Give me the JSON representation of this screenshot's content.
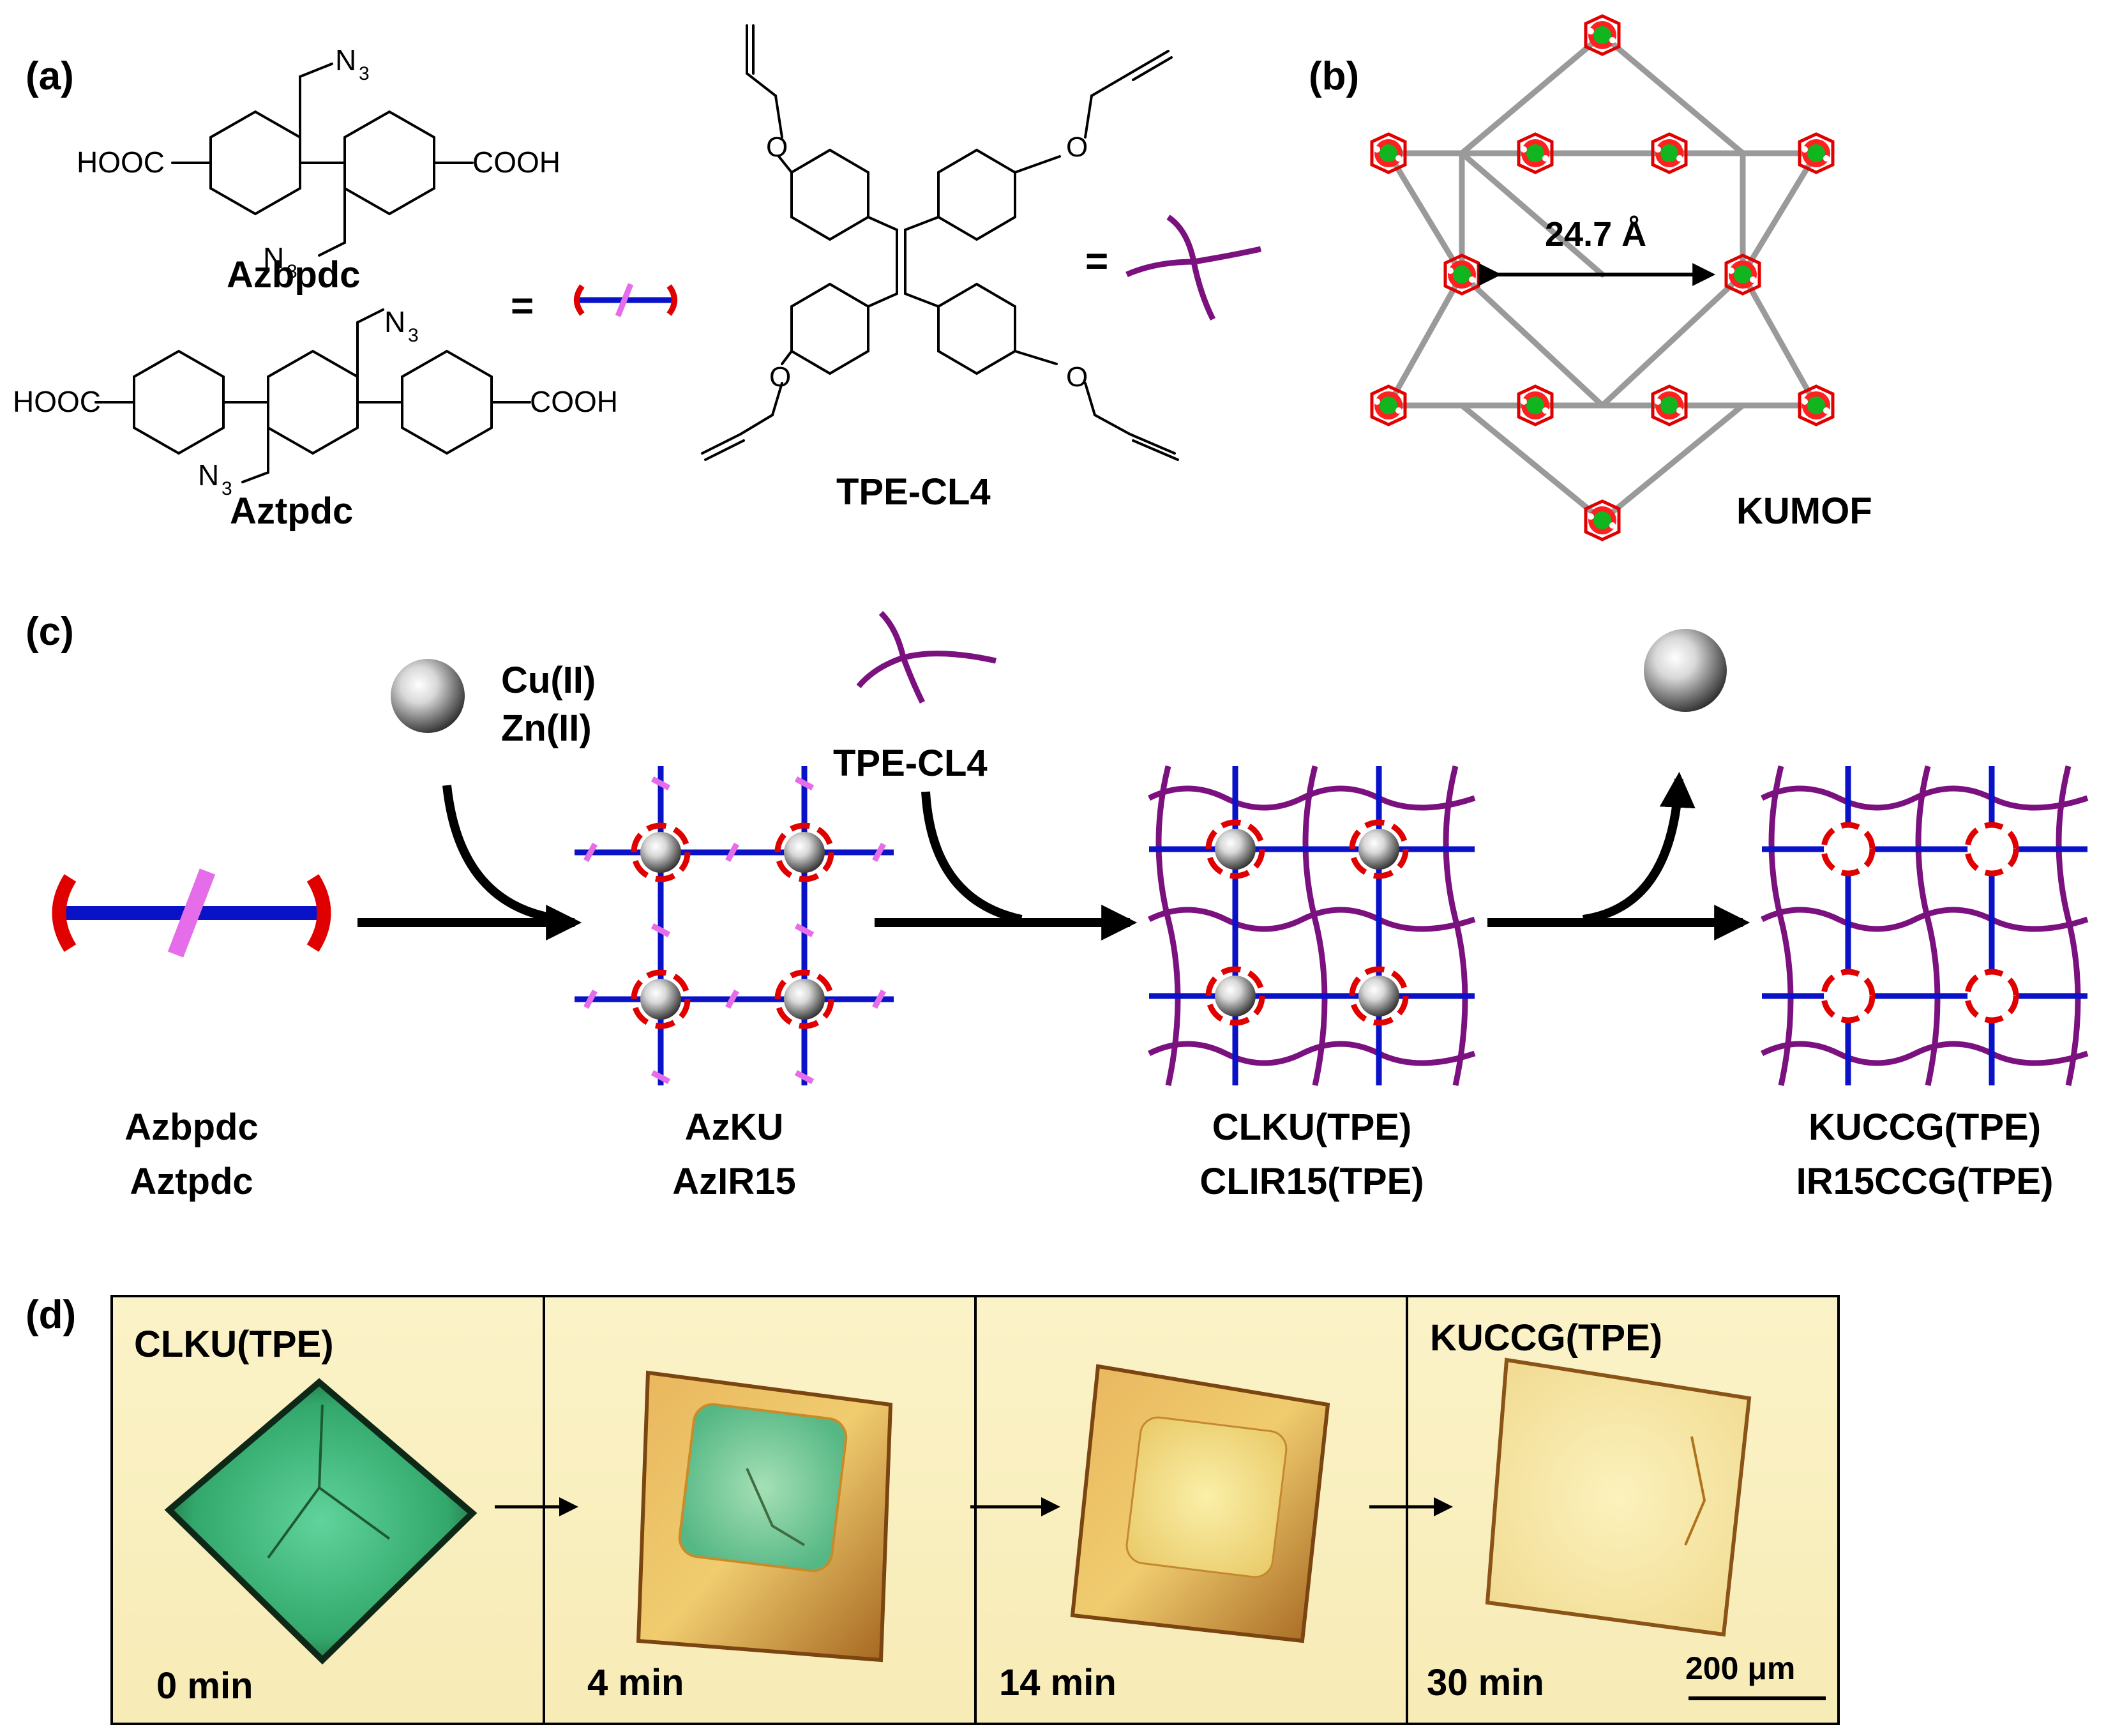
{
  "panels": {
    "a": {
      "label": "(a)",
      "azbpdc": {
        "name": "Azbpdc",
        "left_group": "HOOC",
        "right_group": "COOH",
        "azide_top": "N",
        "azide_bottom": "N",
        "subscript": "3"
      },
      "aztpdc": {
        "name": "Aztpdc",
        "left_group": "HOOC",
        "right_group": "COOH",
        "azide_top": "N",
        "azide_bottom": "N",
        "subscript": "3"
      },
      "equals": "=",
      "tpe": {
        "name": "TPE-CL4",
        "oxygen": "O"
      }
    },
    "b": {
      "label": "(b)",
      "distance": "24.7 Å",
      "name": "KUMOF"
    },
    "c": {
      "label": "(c)",
      "metals": [
        "Cu(II)",
        "Zn(II)"
      ],
      "crosslinker": "TPE-CL4",
      "stages": [
        {
          "line1": "Azbpdc",
          "line2": "Aztpdc"
        },
        {
          "line1": "AzKU",
          "line2": "AzIR15"
        },
        {
          "line1": "CLKU(TPE)",
          "line2": "CLIR15(TPE)"
        },
        {
          "line1": "KUCCG(TPE)",
          "line2": "IR15CCG(TPE)"
        }
      ]
    },
    "d": {
      "label": "(d)",
      "frames": [
        {
          "title": "CLKU(TPE)",
          "time": "0 min"
        },
        {
          "title": "",
          "time": "4 min"
        },
        {
          "title": "",
          "time": "14 min"
        },
        {
          "title": "KUCCG(TPE)",
          "time": "30 min"
        }
      ],
      "scale_bar": "200 μm"
    }
  }
}
